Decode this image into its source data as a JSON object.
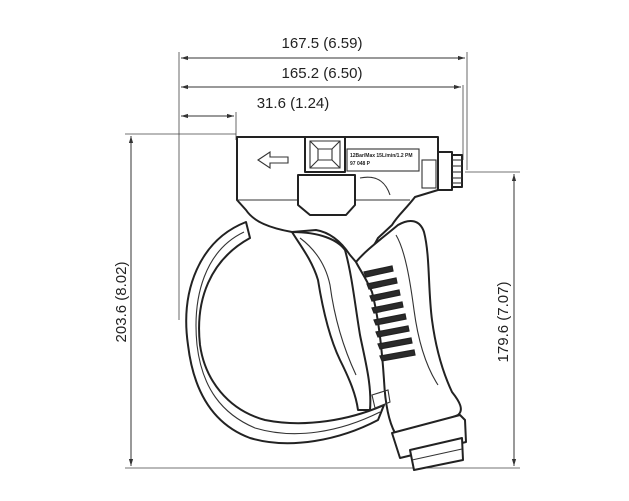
{
  "dimensions": {
    "overall_width": "167.5  (6.59)",
    "body_width": "165.2  (6.50)",
    "nozzle_offset": "31.6  (1.24)",
    "overall_height": "203.6  (8.02)",
    "handle_height": "179.6  (7.07)"
  },
  "label_plate": {
    "line1": "12Bar/Max 15L/min/1.2 PM",
    "line2": "97 048 P"
  }
}
